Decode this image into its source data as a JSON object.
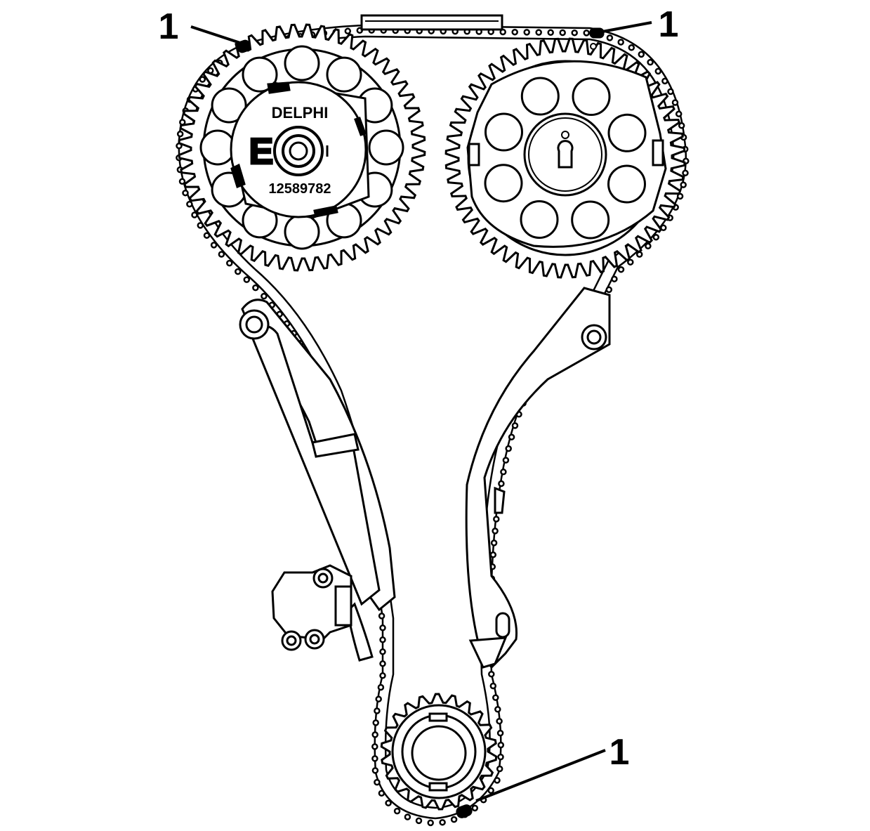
{
  "diagram": {
    "callouts": [
      {
        "id": "callout-top-left",
        "label": "1"
      },
      {
        "id": "callout-top-right",
        "label": "1"
      },
      {
        "id": "callout-bottom",
        "label": "1"
      }
    ],
    "intake_sprocket": {
      "brand": "DELPHI",
      "letter": "E",
      "part_number": "12589782"
    },
    "colors": {
      "line": "#000000",
      "background": "#ffffff"
    }
  }
}
